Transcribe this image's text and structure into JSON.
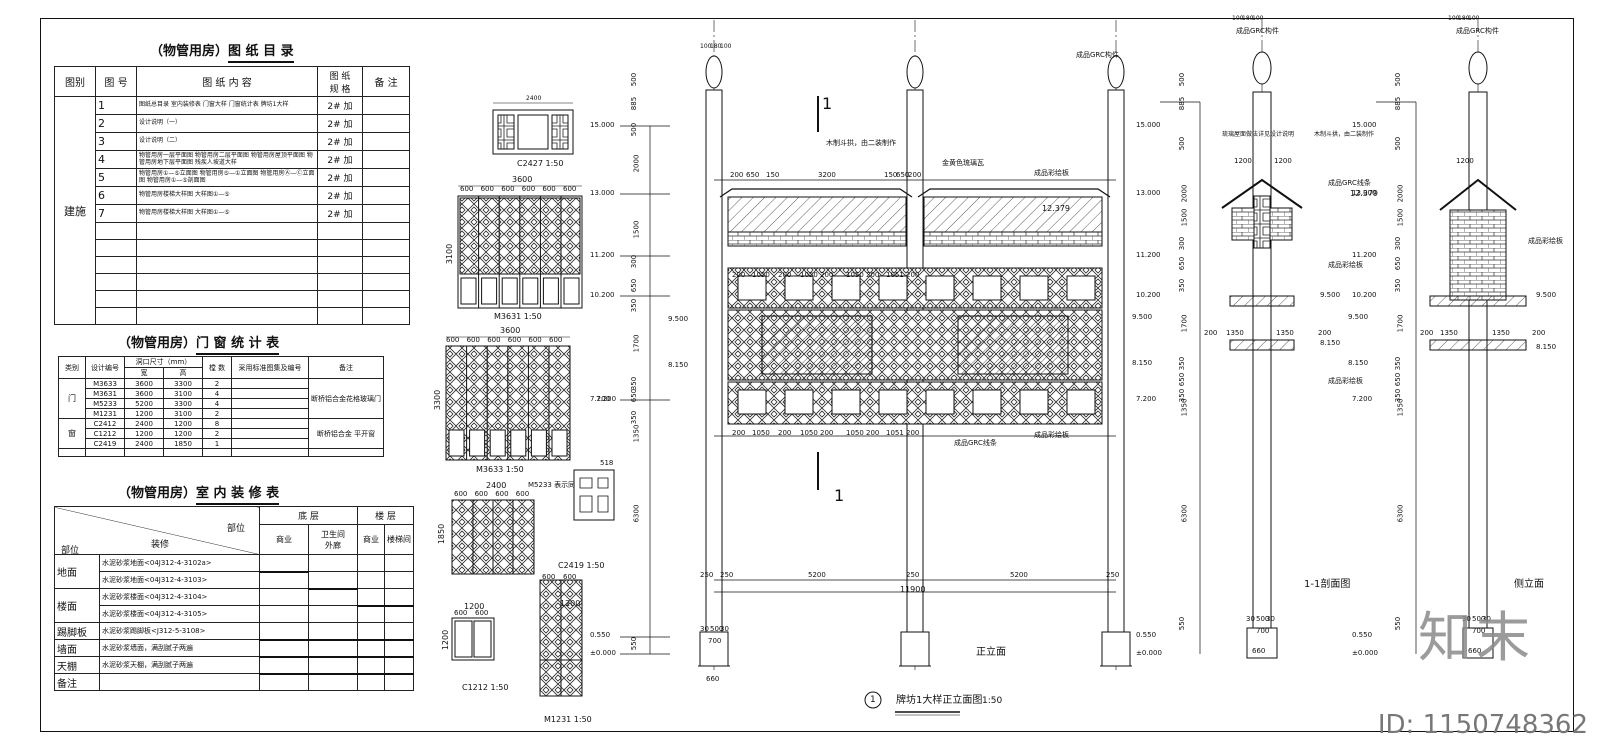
{
  "directory": {
    "title_prefix": "（物管用房）",
    "title_main": "图 纸 目 录",
    "headers": [
      "图别",
      "图 号",
      "图 纸 内 容",
      "图 纸\n规 格",
      "备 注"
    ],
    "category": "建施",
    "rows": [
      {
        "no": "1",
        "content": "图纸总目录  室内装修表  门窗大样  门窗统计表  牌坊1大样",
        "size": "2# 加"
      },
      {
        "no": "2",
        "content": "设计说明（一）",
        "size": "2# 加"
      },
      {
        "no": "3",
        "content": "设计说明（二）",
        "size": "2# 加"
      },
      {
        "no": "4",
        "content": "物管用房一层平面图  物管用房二层平面图  物管用房屋顶平面图  物管用房地下层平面图  残疾人坡道大样",
        "size": "2# 加"
      },
      {
        "no": "5",
        "content": "物管用房①—⑤立面图  物管用房⑤—①立面图  物管用房Ⓐ—Ⓒ立面图  物管用房①—⑤剖面图",
        "size": "2# 加"
      },
      {
        "no": "6",
        "content": "物管用房楼梯大样图  大样图①—⑤",
        "size": "2# 加"
      },
      {
        "no": "7",
        "content": "物管用房楼梯大样图  大样图①—⑤",
        "size": "2# 加"
      }
    ]
  },
  "doorwin": {
    "title_prefix": "（物管用房）",
    "title_main": "门 窗 统 计 表",
    "headers": [
      "类别",
      "设计编号",
      "洞口尺寸（mm）",
      "宽",
      "高",
      "樘  数",
      "采用标准图集及编号",
      "备注"
    ],
    "groups": [
      {
        "type": "门",
        "note": "断桥铝合金花格玻璃门",
        "rows": [
          [
            "M3633",
            "3600",
            "3300",
            "2"
          ],
          [
            "M3631",
            "3600",
            "3100",
            "4"
          ],
          [
            "M5233",
            "5200",
            "3300",
            "4"
          ],
          [
            "M1231",
            "1200",
            "3100",
            "2"
          ]
        ]
      },
      {
        "type": "窗",
        "note": "断桥铝合金 平开窗",
        "rows": [
          [
            "C2412",
            "2400",
            "1200",
            "8"
          ],
          [
            "C1212",
            "1200",
            "1200",
            "2"
          ],
          [
            "C2419",
            "2400",
            "1850",
            "1"
          ]
        ]
      }
    ]
  },
  "finish": {
    "title_prefix": "（物管用房）",
    "title_main": "室 内 装 修 表",
    "corner_top": "部位",
    "corner_mid": "装修",
    "corner_left": "部位",
    "col_groups": [
      "底  层",
      "楼  层"
    ],
    "sub_cols": [
      "商业",
      "卫生间\n外廊",
      "商业",
      "楼梯间"
    ],
    "rows": [
      {
        "part": "地面",
        "items": [
          "水泥砂浆地面<04J312-4-3102a>",
          "水泥砂浆地面<04J312-4-3103>"
        ]
      },
      {
        "part": "楼面",
        "items": [
          "水泥砂浆楼面<04J312-4-3104>",
          "水泥砂浆楼面<04J312-4-3105>"
        ]
      },
      {
        "part": "踢脚板",
        "items": [
          "水泥砂浆踢脚板<J312-5-3108>"
        ]
      },
      {
        "part": "墙面",
        "items": [
          "水泥砂浆墙面，满刮腻子两遍"
        ]
      },
      {
        "part": "天棚",
        "items": [
          "水泥砂浆天棚，满刮腻子两遍"
        ]
      },
      {
        "part": "备注",
        "items": [
          ""
        ]
      }
    ]
  },
  "details": {
    "c2427": "C2427 1:50",
    "m3631": "M3631 1:50",
    "m3633": "M3633 1:50",
    "m5233": "M5233 表示同",
    "c2419": "C2419 1:50",
    "c1212": "C1212 1:50",
    "m1231": "M1231 1:50",
    "dims_2400": "2400",
    "dims_3600": "3600",
    "dims_600": "600",
    "dims_1200": "1200",
    "dims_518": "518",
    "dims_1850": "1850",
    "dims_3300": "3300",
    "dims_3100": "3100",
    "dims_1200v": "1200"
  },
  "elevation": {
    "caption_num": "1",
    "caption": "牌坊1大样正立面图",
    "scale": "1:50",
    "front_label": "正立面",
    "section_label": "1-1剖面图",
    "side_label": "侧立面",
    "section_mark": "1",
    "labels": {
      "grc_top": "成品GRC构件",
      "wood_bracket": "木制斗拱，由二装制作",
      "glaze_tile": "金黄色琉璃瓦",
      "color_board": "成品彩绘板",
      "grc_line": "成品GRC线条",
      "color_board2": "成品彩绘板",
      "grc_cap": "成品GRC构件",
      "tile_note": "琉璃屋面做法详见设计说明",
      "wood_bracket2": "木制斗拱，由二装制作",
      "grc_line2": "成品GRC线条",
      "color_board3": "成品彩绘板",
      "color_board4": "成品彩绘板",
      "grc_cap2": "成品GRC构件",
      "color_board5": "成品彩绘板"
    },
    "levels": [
      "15.000",
      "13.000",
      "11.200",
      "10.200",
      "9.500",
      "8.150",
      "7.200",
      "0.550",
      "±0.000"
    ],
    "level_12379": "12.379",
    "dims_top": [
      "200",
      "650",
      "150",
      "3200",
      "150",
      "650",
      "200"
    ],
    "dims_bay": [
      "200",
      "1050",
      "200",
      "1050",
      "200",
      "1050",
      "200",
      "1051",
      "200"
    ],
    "dims_bottom": [
      "250",
      "5200",
      "250",
      "250",
      "5200",
      "250"
    ],
    "total": "11900",
    "col_dims": [
      "100",
      "180",
      "100"
    ],
    "base_dims": [
      "30",
      "500",
      "30"
    ],
    "base_700": "700",
    "base_660": "660",
    "vert_dims": [
      "500",
      "885",
      "500",
      "2000",
      "1500",
      "300",
      "650",
      "350",
      "1700",
      "350",
      "650",
      "350",
      "1350",
      "6300",
      "550"
    ],
    "sec_dims": [
      "1200",
      "1200",
      "1350",
      "1350",
      "200",
      "200"
    ]
  },
  "brand": {
    "logo": "知末",
    "id": "ID: 1150748362"
  }
}
